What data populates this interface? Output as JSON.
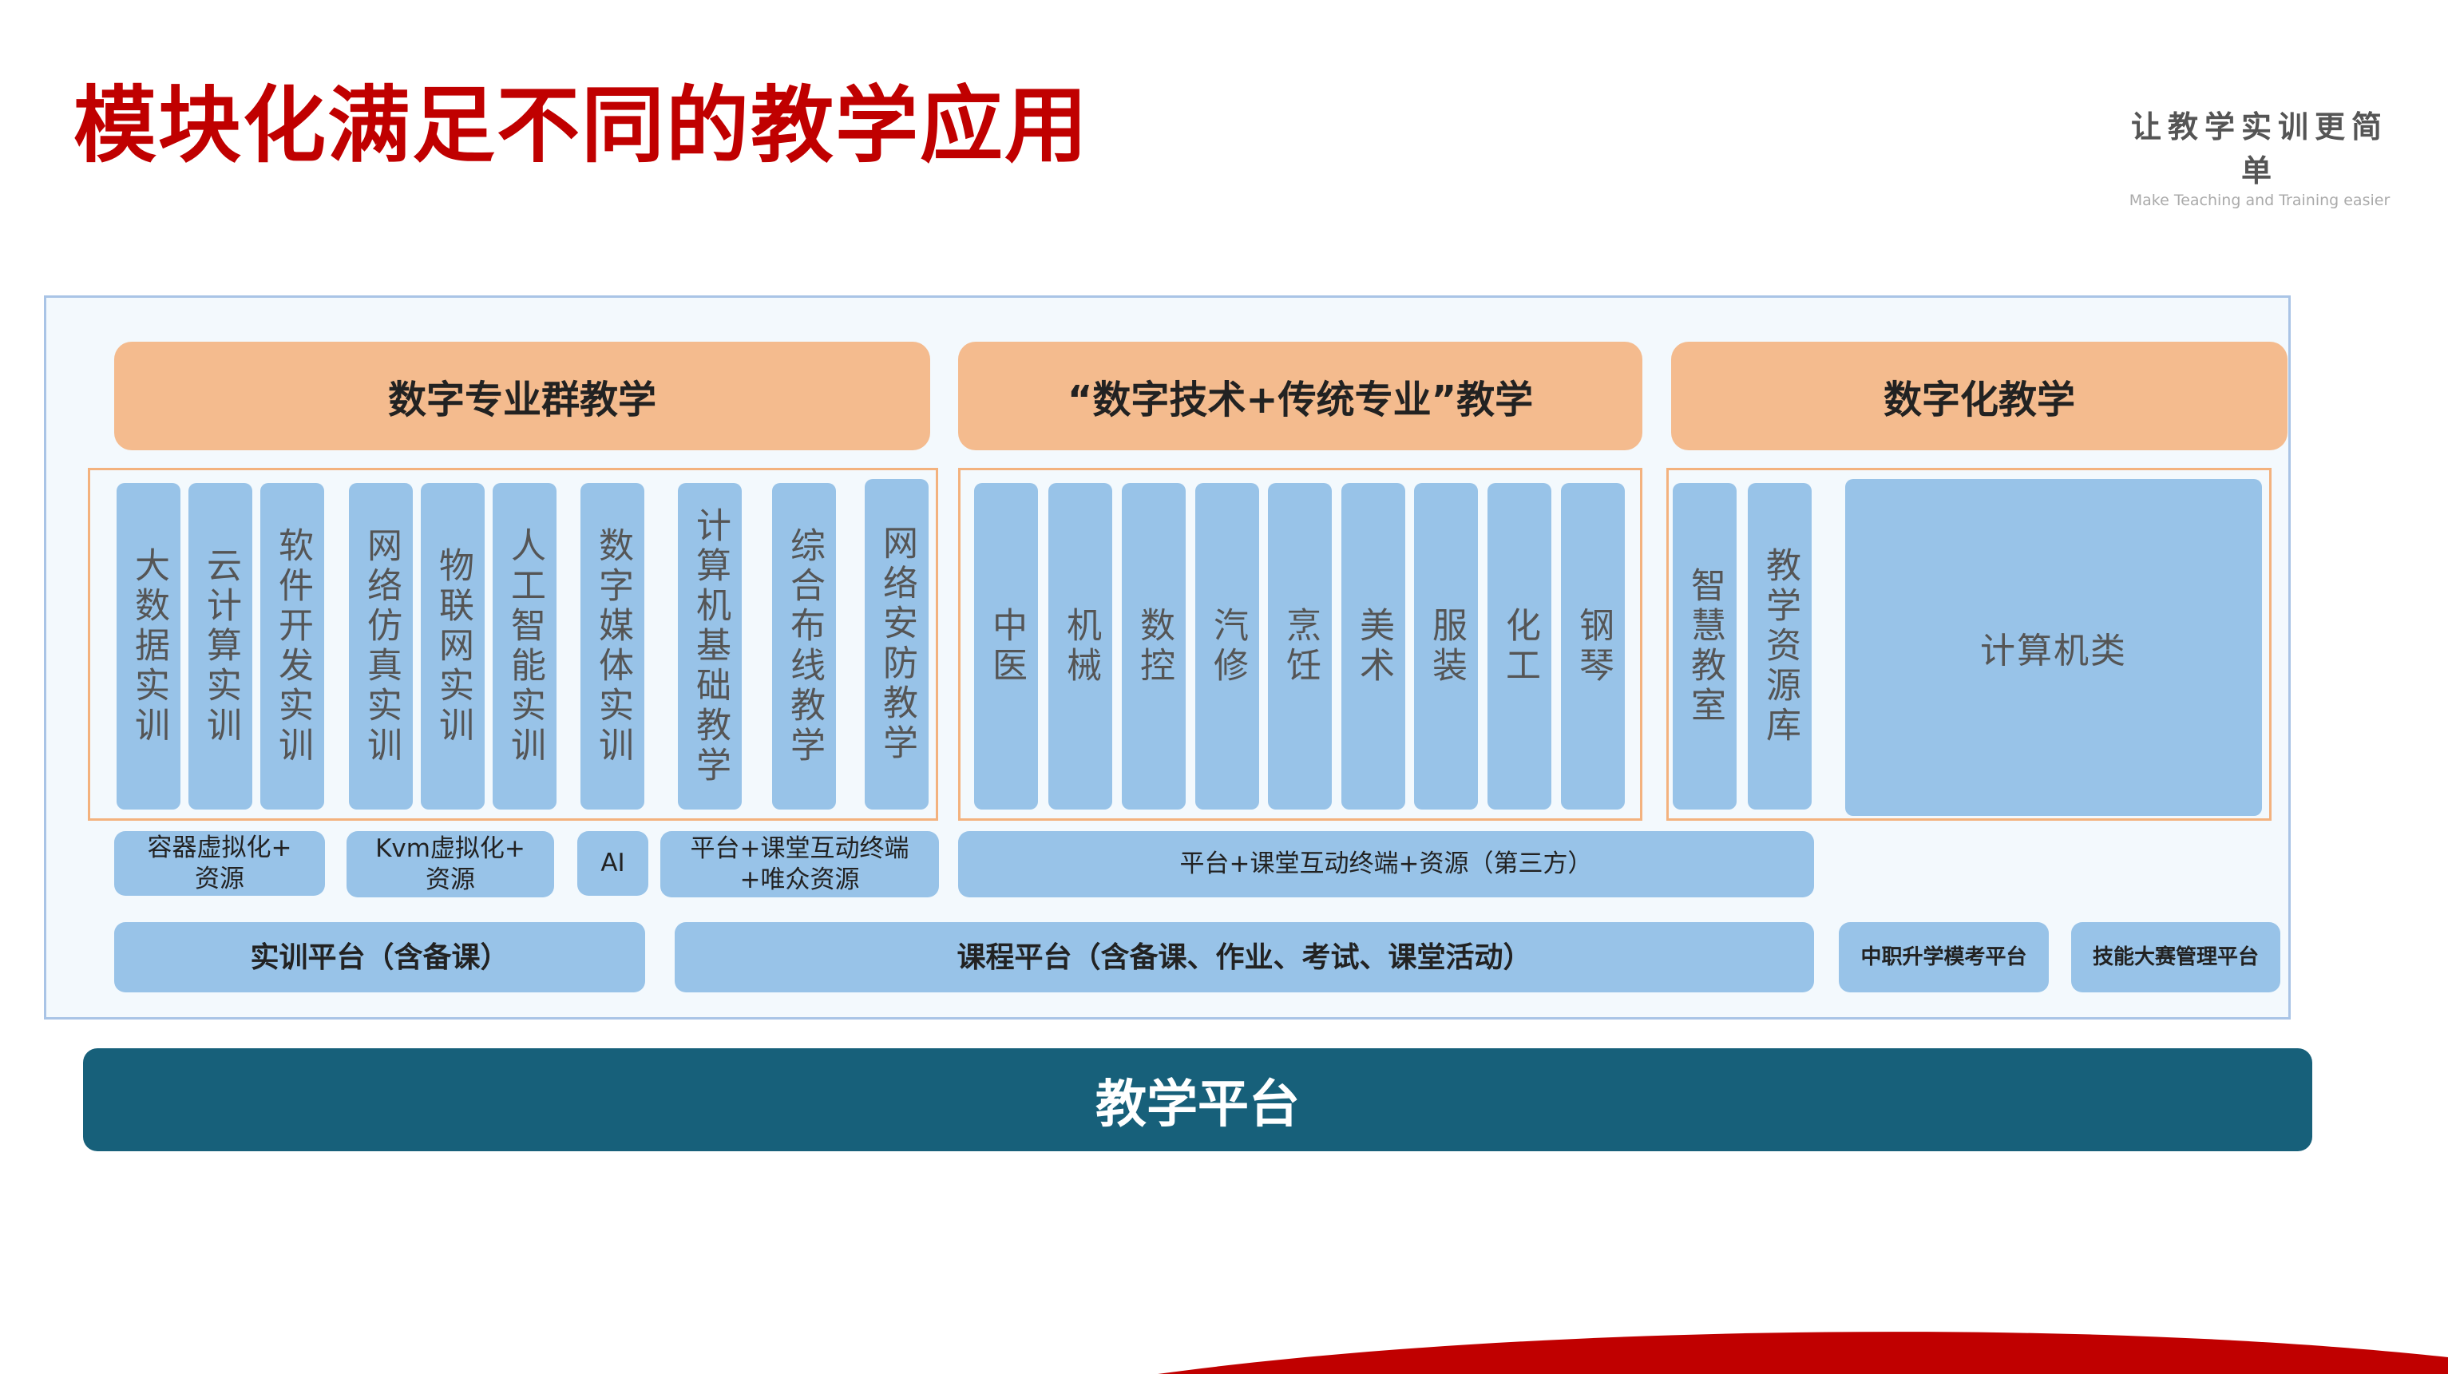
{
  "title": "模块化满足不同的教学应用",
  "logo": {
    "slogan": "让教学实训更简单",
    "tagline": "Make Teaching and Training easier"
  },
  "headers": [
    "数字专业群教学",
    "“数字技术+传统专业”教学",
    "数字化教学"
  ],
  "group1": [
    "大数据实训",
    "云计算实训",
    "软件开发实训",
    "网络仿真实训",
    "物联网实训",
    "人工智能实训",
    "数字媒体实训",
    "计算机基础教学",
    "综合布线教学",
    "网络安防教学"
  ],
  "group2": [
    "中医",
    "机械",
    "数控",
    "汽修",
    "烹饪",
    "美术",
    "服装",
    "化工",
    "钢琴"
  ],
  "group3": [
    "智慧教室",
    "教学资源库"
  ],
  "group3_wide": "计算机类",
  "resources": [
    "容器虚拟化+\n资源",
    "Kvm虚拟化+\n资源",
    "AI",
    "平台+课堂互动终端\n+唯众资源",
    "平台+课堂互动终端+资源（第三方）"
  ],
  "platforms": [
    "实训平台（含备课）",
    "课程平台（含备课、作业、考试、课堂活动）",
    "中职升学模考平台",
    "技能大赛管理平台"
  ],
  "base": "教学平台",
  "colors": {
    "title": "#c00000",
    "header": "#f4bb8e",
    "module": "#98c3e8",
    "base": "#17607a",
    "accent": "#c00000"
  }
}
